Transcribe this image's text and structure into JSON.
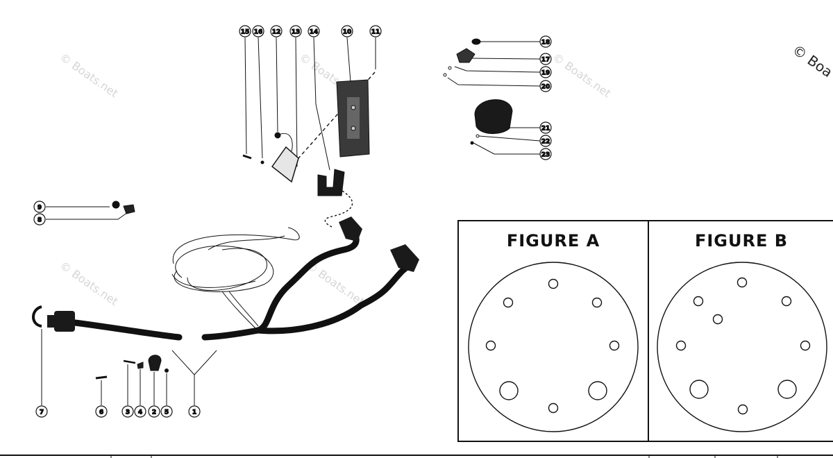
{
  "watermark": "© Boats.net",
  "watermark_corner": "© Boa",
  "callouts": [
    "1",
    "2",
    "3",
    "4",
    "5",
    "6",
    "7",
    "8",
    "9",
    "10",
    "11",
    "12",
    "13",
    "14",
    "15",
    "16",
    "17",
    "18",
    "19",
    "20",
    "21",
    "22",
    "23"
  ],
  "figures": [
    {
      "title": "FIGURE A"
    },
    {
      "title": "FIGURE B"
    }
  ]
}
